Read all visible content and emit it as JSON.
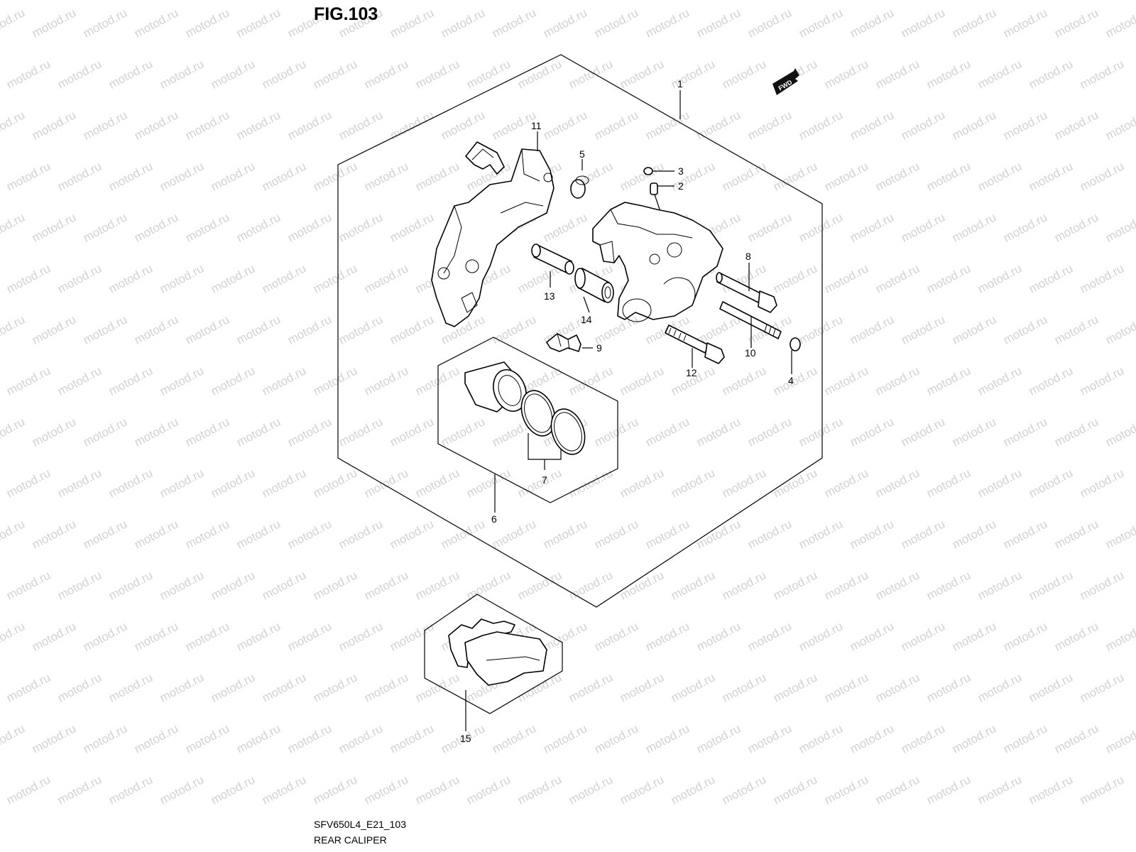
{
  "figure": {
    "title": "FIG.103",
    "model_code": "SFV650L4_E21_103",
    "name": "REAR CALIPER"
  },
  "watermark": "motod.ru",
  "fwd_label": "FWD",
  "callouts": {
    "c1": "1",
    "c2": "2",
    "c3": "3",
    "c4": "4",
    "c5": "5",
    "c6": "6",
    "c7": "7",
    "c8": "8",
    "c9": "9",
    "c10": "10",
    "c11": "11",
    "c12": "12",
    "c13": "13",
    "c14": "14",
    "c15": "15"
  }
}
